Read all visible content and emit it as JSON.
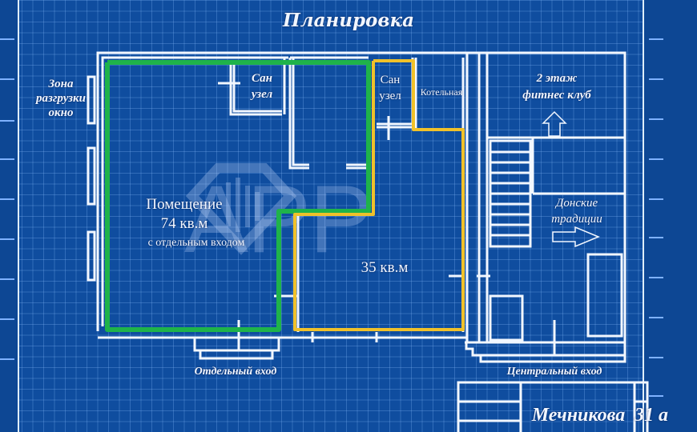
{
  "title": "Планировка",
  "labels": {
    "unloading_zone": [
      "Зона",
      "разгрузки",
      "окно"
    ],
    "bathroom_1": [
      "Сан",
      "узел"
    ],
    "bathroom_2": [
      "Сан",
      "узел"
    ],
    "boiler_room": "Котельная",
    "second_floor": [
      "2 этаж",
      "фитнес клуб"
    ],
    "don_traditions": [
      "Донские",
      "традиции"
    ],
    "room_main": {
      "name": "Помещение",
      "area": "74 кв.м",
      "note": "с отдельным входом"
    },
    "room_small": {
      "area": "35 кв.м"
    },
    "separate_entrance": "Отдельный вход",
    "central_entrance": "Центральный вход"
  },
  "title_block": {
    "street": "Мечникова",
    "number": "31 а"
  },
  "watermark": "APP",
  "colors": {
    "background": "#0f4d9f",
    "grid": "#8cbeff",
    "walls": "#f2f7ff",
    "highlight_74": "#1fb34a",
    "highlight_35": "#f0c12a",
    "text": "#f1f6ff"
  }
}
